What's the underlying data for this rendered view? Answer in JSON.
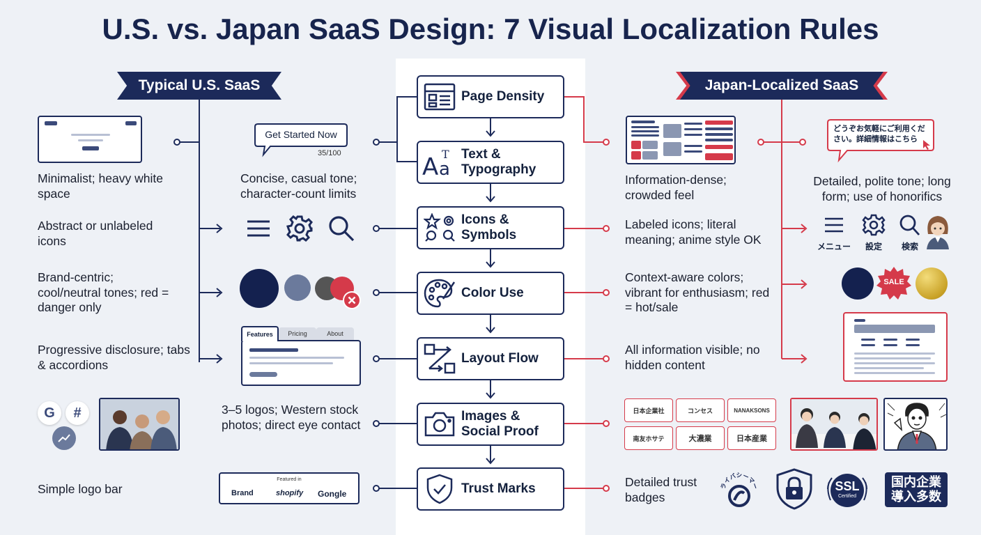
{
  "title": "U.S. vs. Japan SaaS Design: 7 Visual Localization Rules",
  "us_banner": "Typical U.S. SaaS",
  "jp_banner": "Japan-Localized SaaS",
  "rules": [
    {
      "label": "Page Density",
      "icon": "page-layout-icon"
    },
    {
      "label": "Text & Typography",
      "icon": "typography-icon"
    },
    {
      "label": "Icons & Symbols",
      "icon": "icons-symbols-icon"
    },
    {
      "label": "Color Use",
      "icon": "palette-icon"
    },
    {
      "label": "Layout Flow",
      "icon": "layout-flow-icon"
    },
    {
      "label": "Images & Social Proof",
      "icon": "camera-icon"
    },
    {
      "label": "Trust Marks",
      "icon": "shield-check-icon"
    }
  ],
  "us": {
    "density": "Minimalist; heavy white space",
    "tone": "Concise, casual tone; character-count limits",
    "cta_button": "Get Started Now",
    "char_count": "35/100",
    "icons": "Abstract or unlabeled icons",
    "color": "Brand-centric; cool/neutral tones; red = danger only",
    "layout": "Progressive disclosure; tabs & accordions",
    "tabs": [
      "Features",
      "Pricing",
      "About"
    ],
    "images": "3–5 logos; Western stock photos; direct eye contact",
    "trust": "Simple logo bar",
    "featured_in": "Featured in",
    "featured_logos": [
      "Brand",
      "shopify",
      "Gongle"
    ]
  },
  "jp": {
    "density": "Information-dense; crowded feel",
    "tone": "Detailed, polite tone; long form; use of honorifics",
    "bubble_text": "どうぞお気軽にご利用ください。詳細情報はこちら",
    "icons": "Labeled icons; literal meaning; anime style OK",
    "icon_labels": [
      "メニュー",
      "設定",
      "検索"
    ],
    "color": "Context-aware colors; vibrant for enthusiasm; red = hot/sale",
    "sale_badge": "SALE",
    "layout": "All information visible; no hidden content",
    "client_logos": [
      "日本企業社",
      "コンセス",
      "NANAKSONS",
      "南友ホサテ",
      "大濃業",
      "日本産業"
    ],
    "trust": "Detailed trust badges",
    "privacy_mark": "プライバシーマーク",
    "ssl_badge": [
      "SSL",
      "Certified"
    ],
    "adoption_badge": [
      "国内企業",
      "導入多数"
    ]
  },
  "colors": {
    "navy": "#1c2a5a",
    "red": "#d53a4a",
    "gold": "#c9a227",
    "gray": "#6b7a9c"
  }
}
